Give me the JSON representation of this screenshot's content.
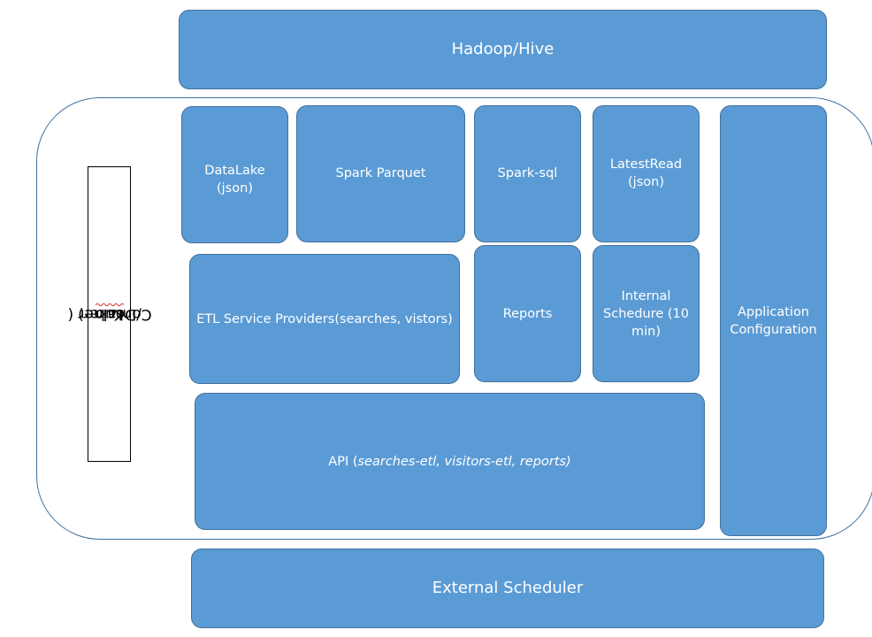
{
  "top_layer": {
    "label": "Hadoop/Hive"
  },
  "container": {
    "label_prefix": "Container (",
    "label_flagged": "Kub",
    "label_suffix": "/Docker)"
  },
  "components": {
    "datalake": "DataLake\n(json)",
    "spark_parquet": "Spark Parquet",
    "spark_sql": "Spark-sql",
    "latest_read": "LatestRead\n(json)",
    "etl": "ETL Service Providers(searches, vistors)",
    "reports": "Reports",
    "internal_schedule": "Internal\nSchedure (10\nmin)",
    "app_config": "Application\nConfiguration",
    "api_prefix": "API (",
    "api_italic": "searches-etl, visitors-etl, reports)"
  },
  "bottom_layer": {
    "label": "External Scheduler"
  },
  "colors": {
    "box_fill": "#5b9bd5",
    "box_border": "#41719c",
    "text": "#ffffff"
  }
}
